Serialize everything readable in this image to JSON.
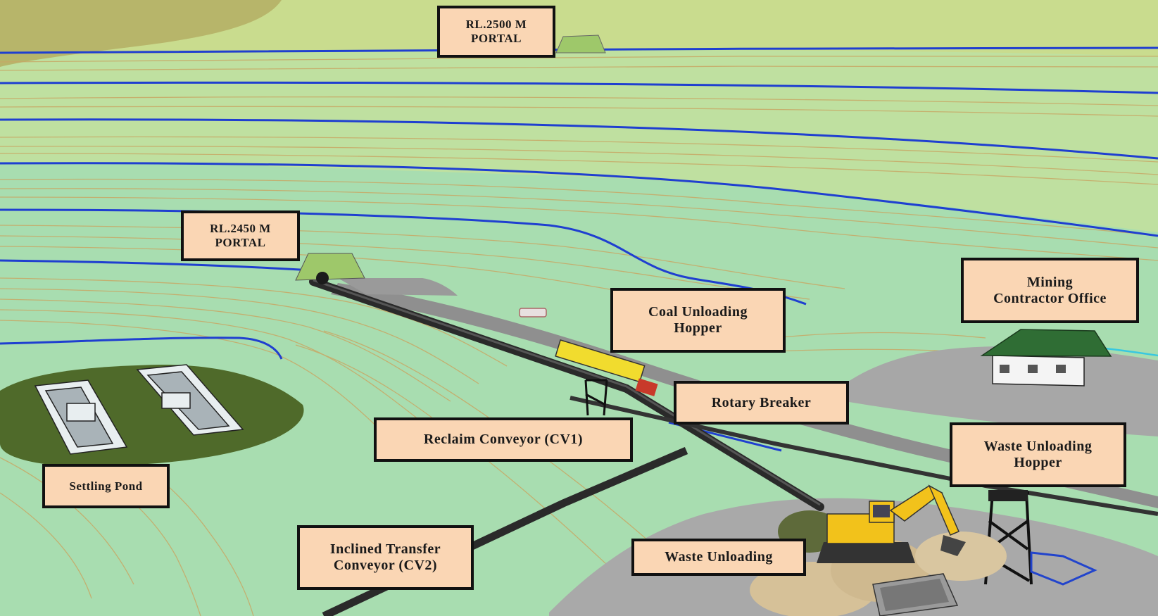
{
  "labels": {
    "portal_2500": [
      "RL.2500 M",
      "PORTAL"
    ],
    "portal_2450": [
      "RL.2450 M",
      "PORTAL"
    ],
    "coal_unloading_hopper": [
      "Coal Unloading",
      "Hopper"
    ],
    "mining_contractor_office": [
      "Mining",
      "Contractor Office"
    ],
    "rotary_breaker": "Rotary Breaker",
    "reclaim_conveyor": "Reclaim Conveyor (CV1)",
    "waste_unloading_hopper": [
      "Waste Unloading",
      "Hopper"
    ],
    "settling_pond": "Settling Pond",
    "inclined_transfer_conveyor": [
      "Inclined Transfer",
      "Conveyor (CV2)"
    ],
    "waste_unloading": "Waste Unloading"
  },
  "colors": {
    "terrain": "#a8ddb0",
    "upper_terrain": "#c9dc8e",
    "contour_minor": "#c8a866",
    "contour_major": "#1f3fd0",
    "label_fill": "#fad6b4",
    "label_border": "#111111",
    "pad": "#a7a7a7",
    "pond_ground": "#4f6a2a",
    "conveyor": "#2a2a2a",
    "excavator": "#f2c21b",
    "office_roof": "#2f6d34"
  }
}
